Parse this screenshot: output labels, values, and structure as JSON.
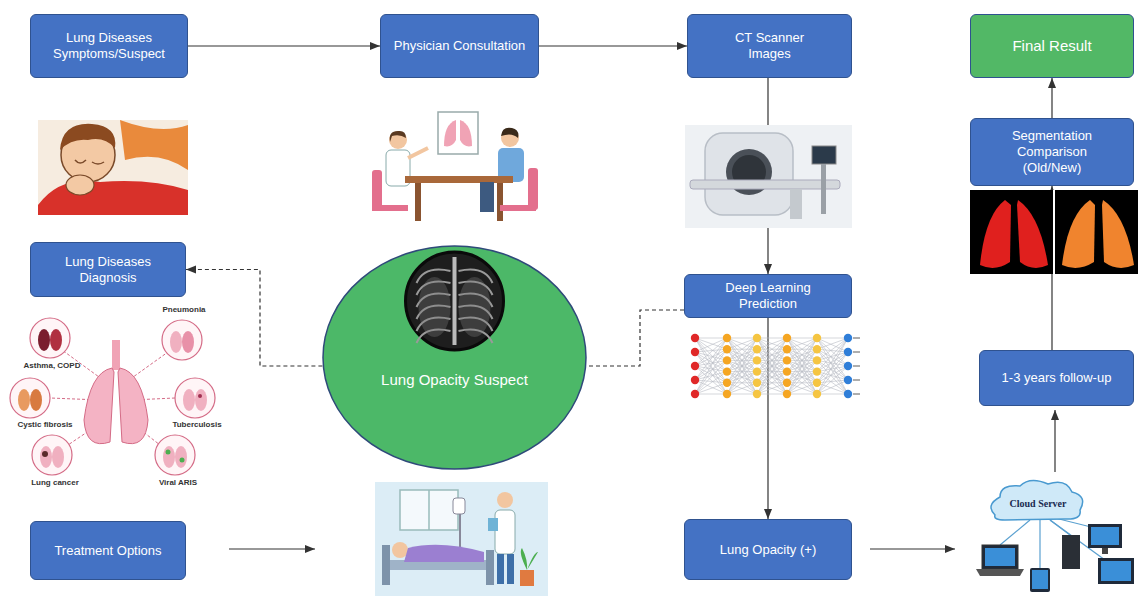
{
  "diagram": {
    "nodes": [
      {
        "text": [
          "Lung Diseases Symptoms/Suspect"
        ]
      },
      {
        "text": [
          "Physician Consultation"
        ]
      },
      {
        "text": [
          "CT Scanner Images"
        ]
      },
      {
        "text": [
          "Final Result"
        ]
      },
      {
        "text": [
          "Segmentation Comparison (Old/New)"
        ]
      },
      {
        "text": [
          "Lung Diseases Diagnosis"
        ]
      },
      {
        "text": [
          "Deep Learning Prediction"
        ]
      },
      {
        "text": [
          "Lung Opacity Suspect"
        ]
      },
      {
        "text": [
          "1-3 years follow-up"
        ]
      },
      {
        "text": [
          "Treatment Options"
        ]
      },
      {
        "text": [
          "Lung Opacity (+)"
        ]
      }
    ],
    "edges": [
      {
        "from": 0,
        "to": 1,
        "arrow": "to"
      },
      {
        "from": 1,
        "to": 2,
        "arrow": "to"
      },
      {
        "from": 2,
        "to": 6,
        "arrow": "to"
      },
      {
        "from": 6,
        "to": 10,
        "arrow": "to"
      },
      {
        "from": 6,
        "to": 7,
        "arrow": "none"
      },
      {
        "from": 7,
        "to": 5,
        "arrow": "to"
      },
      {
        "from": 8,
        "to": 4,
        "arrow": "to"
      },
      {
        "from": 4,
        "to": 3,
        "arrow": "to"
      }
    ],
    "labels": [
      "Asthma, COPD",
      "Pneumonia",
      "Cystic fibrosis",
      "Tuberculosis",
      "Lung cancer",
      "Viral ARIS",
      "Cloud Server"
    ]
  }
}
